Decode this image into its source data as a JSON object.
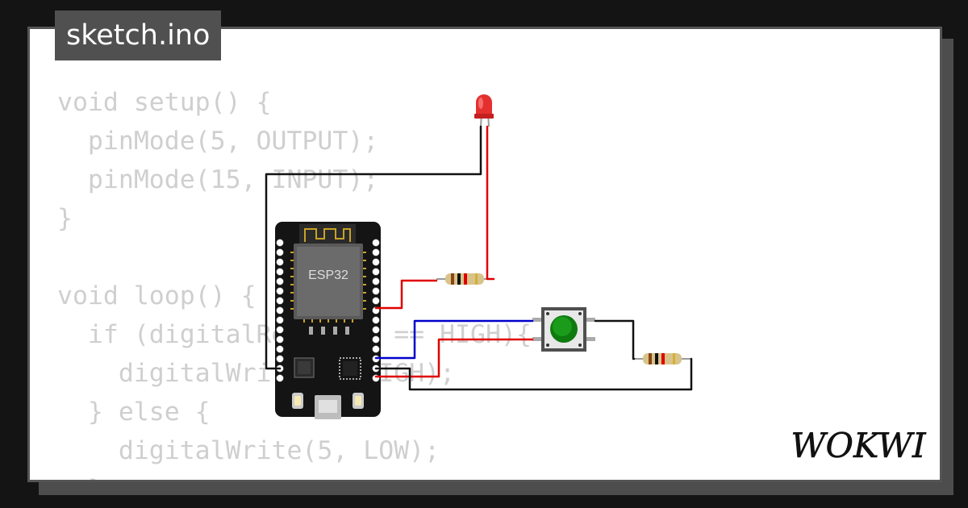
{
  "file_tab": {
    "label": "sketch.ino"
  },
  "code_lines": [
    "void setup() {",
    "  pinMode(5, OUTPUT);",
    "  pinMode(15, INPUT);",
    "}",
    "",
    "void loop() {",
    "  if (digitalRead(15) == HIGH){",
    "    digitalWrite(5, HIGH);",
    "  } else {",
    "    digitalWrite(5, LOW);",
    "  }"
  ],
  "board": {
    "chip_label": "ESP32"
  },
  "brand": {
    "logo_text": "WOKWI"
  },
  "colors": {
    "background": "#141414",
    "card": "#ffffff",
    "tab": "#505050",
    "code_text": "#cfcfcf",
    "wire_red": "#e00000",
    "wire_blue": "#0000cc",
    "wire_black": "#111111",
    "led": "#e53030",
    "button_cap": "#0f7a0f"
  },
  "icons": [
    "red-led-icon",
    "resistor-icon",
    "pushbutton-icon",
    "esp32-board-icon",
    "wokwi-logo-icon"
  ]
}
